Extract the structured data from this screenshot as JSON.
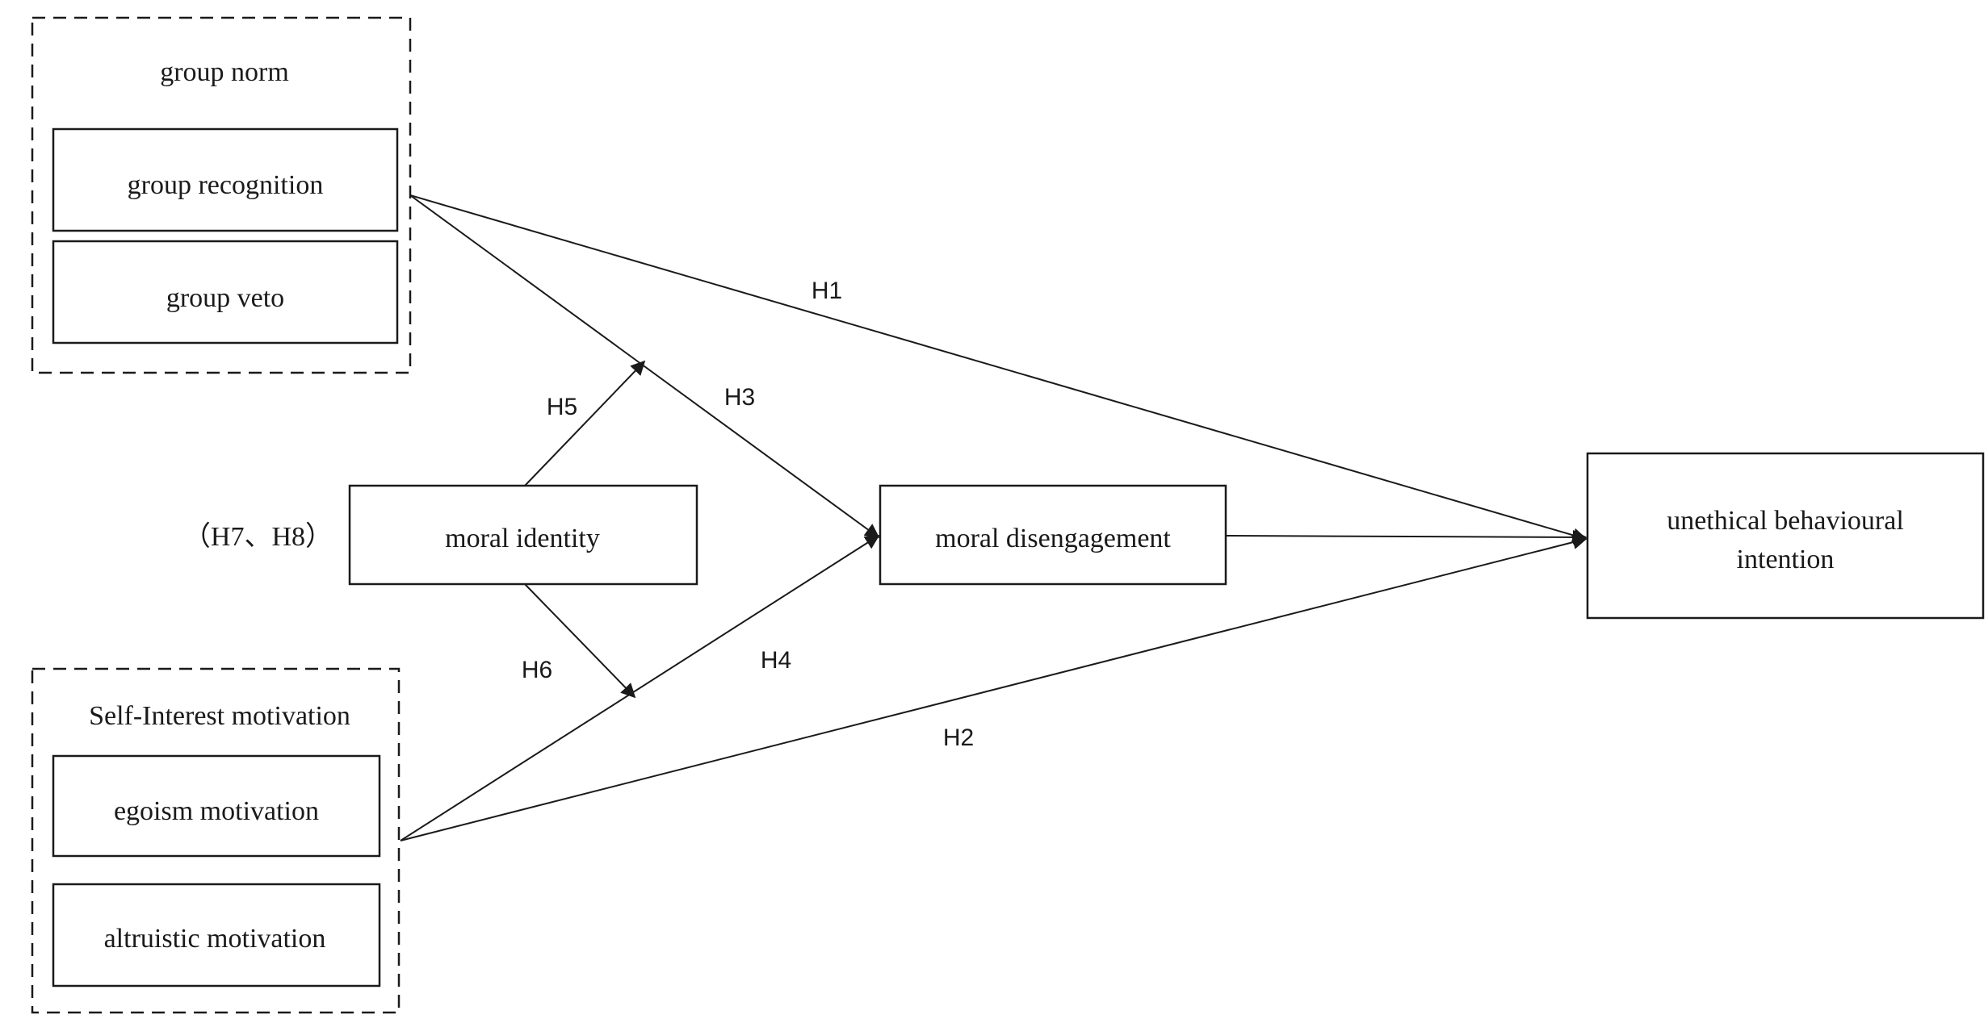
{
  "diagram": {
    "groups": {
      "group_norm": {
        "title": "group norm",
        "items": [
          "group recognition",
          "group veto"
        ]
      },
      "self_interest": {
        "title": "Self-Interest motivation",
        "items": [
          "egoism motivation",
          "altruistic motivation"
        ]
      }
    },
    "nodes": {
      "moral_identity": "moral identity",
      "moral_identity_note": "（H7、H8）",
      "moral_disengagement": "moral disengagement",
      "unethical_line1": "unethical behavioural",
      "unethical_line2": "intention"
    },
    "edges": {
      "h1": "H1",
      "h2": "H2",
      "h3": "H3",
      "h4": "H4",
      "h5": "H5",
      "h6": "H6"
    },
    "colors": {
      "stroke": "#1a1a1a",
      "background": "#ffffff"
    }
  }
}
